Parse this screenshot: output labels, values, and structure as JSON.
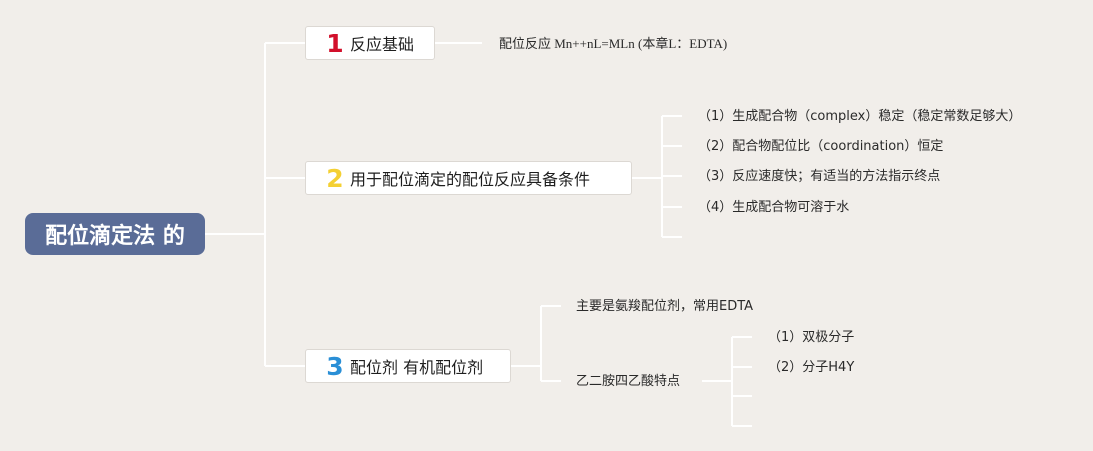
{
  "colors": {
    "background": "#f1eeea",
    "root_fill": "#5a6c97",
    "line": "#ffffff",
    "num1": "#d2102b",
    "num2": "#f4d033",
    "num3": "#2a8fd6"
  },
  "root": {
    "label": "配位滴定法 的"
  },
  "branches": [
    {
      "number": "1",
      "label": "反应基础",
      "children": [
        {
          "text": "配位反应 Mn++nL=MLn (本章L：EDTA)"
        }
      ]
    },
    {
      "number": "2",
      "label": "用于配位滴定的配位反应具备条件",
      "children": [
        {
          "text": "（1）生成配合物（complex）稳定（稳定常数足够大）"
        },
        {
          "text": "（2）配合物配位比（coordination）恒定"
        },
        {
          "text": "（3）反应速度快；有适当的方法指示终点"
        },
        {
          "text": "（4）生成配合物可溶于水"
        },
        {
          "text": ""
        }
      ]
    },
    {
      "number": "3",
      "label": "配位剂 有机配位剂",
      "children": [
        {
          "text": "主要是氨羧配位剂，常用EDTA"
        },
        {
          "text": "乙二胺四乙酸特点",
          "children": [
            {
              "text": "（1）双极分子"
            },
            {
              "text": "（2）分子H4Y"
            },
            {
              "text": ""
            },
            {
              "text": ""
            }
          ]
        }
      ]
    }
  ]
}
